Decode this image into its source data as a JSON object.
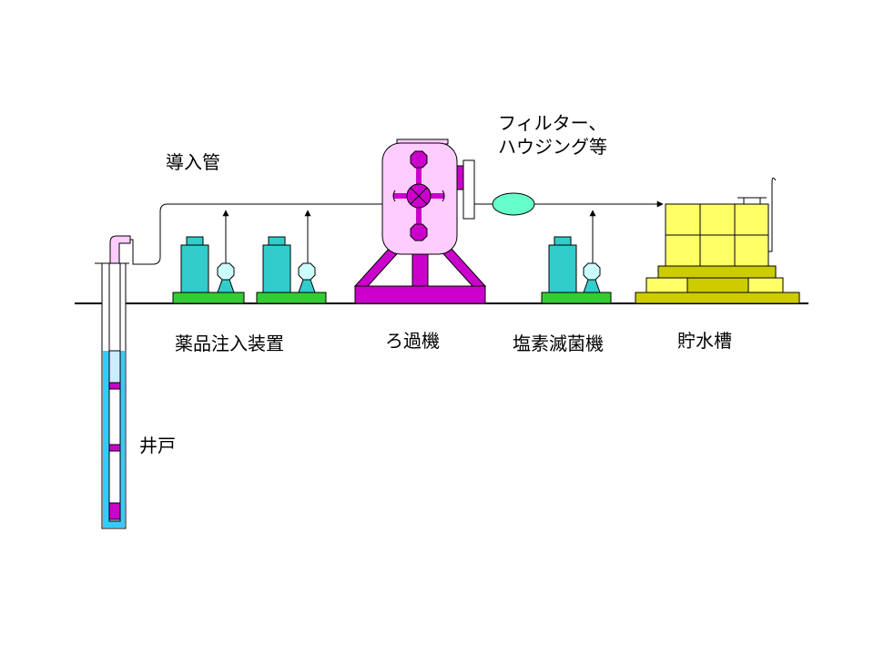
{
  "labels": {
    "intake_pipe": "導入管",
    "chemical_injector": "薬品注入装置",
    "filter_machine": "ろ過機",
    "filter_housing": [
      "フィルター、",
      "ハウジング等"
    ],
    "chlorine_sterilizer": "塩素滅菌機",
    "water_tank": "貯水槽",
    "well": "井戸"
  },
  "colors": {
    "pump_body": "#33cccc",
    "pump_head": "#ccffff",
    "base_green": "#33cc33",
    "filter_body": "#ffccff",
    "filter_stand": "#cc00cc",
    "tank": "#ffff66",
    "tank_base": "#cccc00",
    "well_water": "#33ccff",
    "well_casing": "#ccecff",
    "pipe_pink": "#ffccff",
    "inline_filter": "#66ffcc"
  }
}
